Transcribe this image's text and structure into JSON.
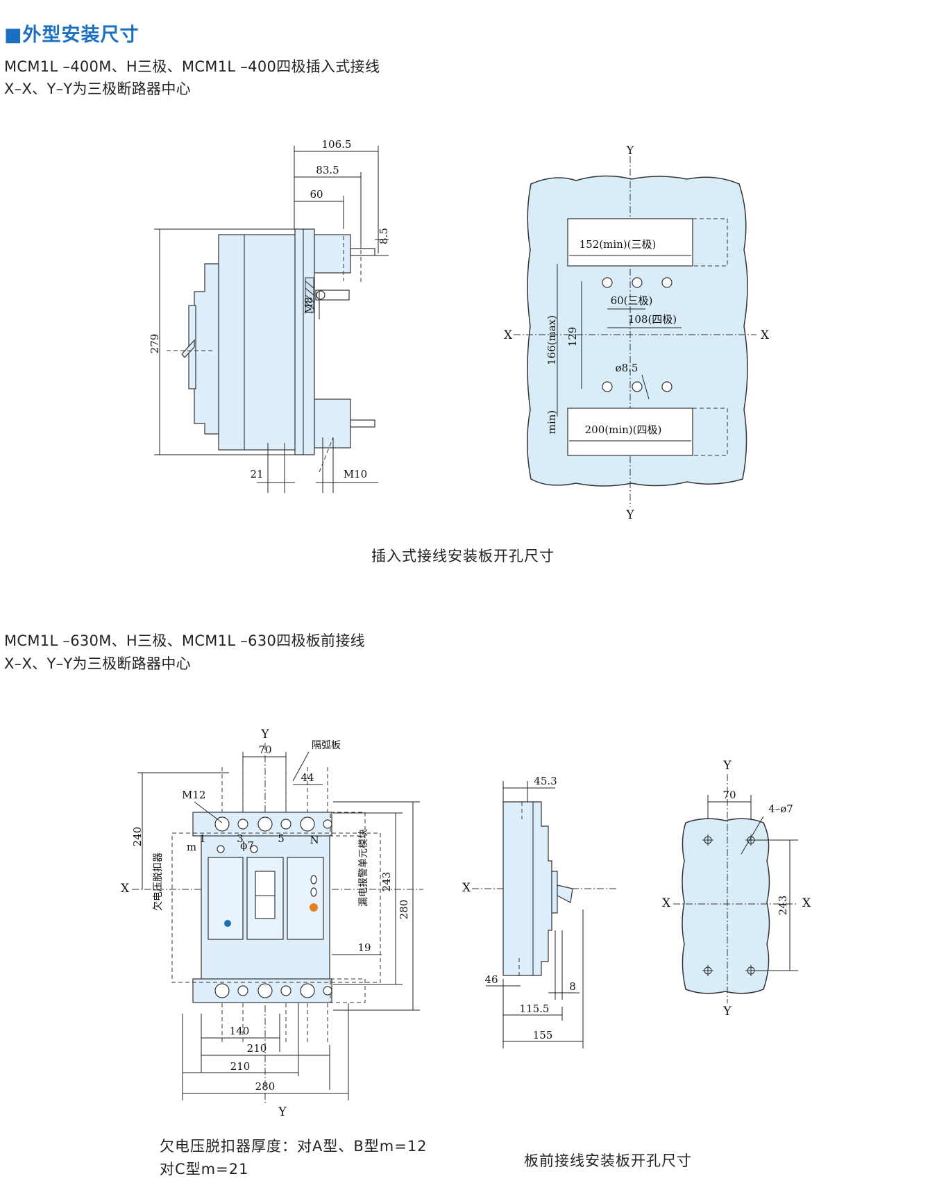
{
  "header": {
    "title": "■外型安装尺寸",
    "section1_line1": "MCM1L –400M、H三极、MCM1L –400四极插入式接线",
    "section1_line2": "X–X、Y–Y为三极断路器中心",
    "section2_line1": "MCM1L –630M、H三极、MCM1L –630四极板前接线",
    "section2_line2": "X–X、Y–Y为三极断路器中心"
  },
  "diagram1": {
    "side": {
      "d1": "106.5",
      "d2": "83.5",
      "d3": "60",
      "d4": "8.5",
      "d5": "279",
      "d6": "M8",
      "d7": "21",
      "d8": "M10"
    },
    "plate": {
      "y_top": "Y",
      "y_bottom": "Y",
      "x_left": "X",
      "x_right": "X",
      "d_152": "152(min)(三极)",
      "d_60": "60(三极)",
      "d_108": "108(四极)",
      "d_166": "166(max)",
      "d_129": "129",
      "d_phi": "ø8.5",
      "d_min": "min)",
      "d_200": "200(min)(四极)"
    },
    "caption": "插入式接线安装板开孔尺寸"
  },
  "diagram2": {
    "front": {
      "y_top": "Y",
      "y_bottom": "Y",
      "x_left": "X",
      "d_70": "70",
      "arc_board": "隔弧板",
      "m12": "M12",
      "d_44": "44",
      "n1": "1",
      "n3": "3",
      "n5": "5",
      "nN": "N",
      "phi7": "ϕ7",
      "m": "m",
      "d_240": "240",
      "undervolt": "欠电压脱扣器",
      "leak": "漏电报警单元模块",
      "d_243": "243",
      "d_280v": "280",
      "d_19": "19",
      "d_140": "140",
      "d_210a": "210",
      "d_210b": "210",
      "d_280": "280"
    },
    "side": {
      "x_left": "X",
      "d_45": "45.3",
      "d_46": "46",
      "d_8": "8",
      "d_115": "115.5",
      "d_155": "155"
    },
    "plate": {
      "y_top": "Y",
      "y_bottom": "Y",
      "x_left": "X",
      "x_right": "X",
      "d_70": "70",
      "holes": "4–ø7",
      "d_243": "243"
    },
    "note_line1": "欠电压脱扣器厚度：对A型、B型m=12",
    "note_line2": "对C型m=21",
    "caption": "板前接线安装板开孔尺寸"
  }
}
